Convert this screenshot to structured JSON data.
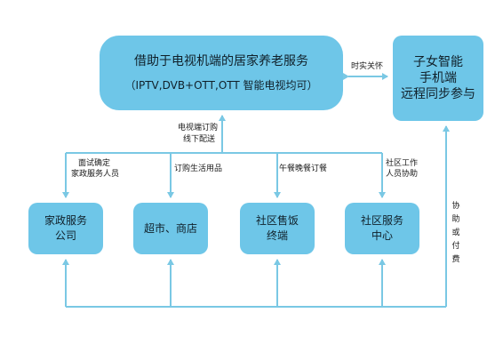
{
  "nodes": {
    "main": {
      "title": "借助于电视机端的居家养老服务",
      "subtitle": "（IPTV,DVB+OTT,OTT 智能电视均可）"
    },
    "family": {
      "line1": "子女智能",
      "line2": "手机端",
      "line3": "远程同步参与"
    },
    "housekeeping": {
      "line1": "家政服务",
      "line2": "公司"
    },
    "supermarket": {
      "line1": "超市、商店"
    },
    "meal": {
      "line1": "社区售饭",
      "line2": "终端"
    },
    "community": {
      "line1": "社区服务",
      "line2": "中心"
    }
  },
  "edges": {
    "care": "时实关怀",
    "tv_order_line1": "电视端订购",
    "tv_order_line2": "线下配送",
    "housekeeping_line1": "面试确定",
    "housekeeping_line2": "家政服务人员",
    "supermarket": "订购生活用品",
    "meal": "午餐晚餐订餐",
    "community_line1": "社区工作",
    "community_line2": "人员协助",
    "assist_chars": [
      "协",
      "助",
      "或",
      "付",
      "费"
    ]
  },
  "colors": {
    "box_fill": "#6ec6e8",
    "line": "#7ac8e4"
  }
}
